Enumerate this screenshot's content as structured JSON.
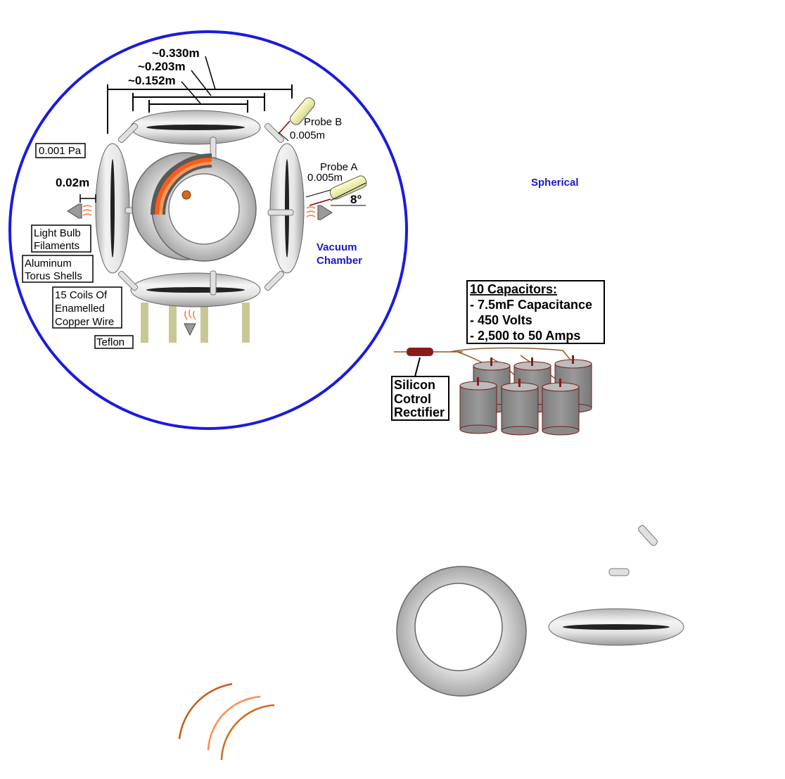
{
  "labels": {
    "dim_outer": "~0.330m",
    "dim_mid": "~0.203m",
    "dim_inner": "~0.152m",
    "probe_b": "Probe B",
    "probe_b_dist": "0.005m",
    "probe_a": "Probe A",
    "probe_a_dist": "0.005m",
    "probe_a_angle": "8°",
    "pressure": "0.001 Pa",
    "gap": "0.02m",
    "light_bulb_line1": "Light Bulb",
    "light_bulb_line2": "Filaments",
    "aluminum_line1": "Aluminum",
    "aluminum_line2": "Torus Shells",
    "coils_line1": "15 Coils Of",
    "coils_line2": "Enamelled",
    "coils_line3": "Copper Wire",
    "teflon": "Teflon",
    "vacuum_line1": "Vacuum",
    "vacuum_line2": "Chamber",
    "spherical": "Spherical",
    "capacitors_title": "10 Capacitors:",
    "capacitors_spec1": "- 7.5mF Capacitance",
    "capacitors_spec2": "- 450 Volts",
    "capacitors_spec3": "- 2,500 to 50 Amps",
    "scr_line1": "Silicon",
    "scr_line2": "Cotrol",
    "scr_line3": "Rectifier"
  },
  "colors": {
    "chamber": "#1a1ae0",
    "blue_text": "#1919c8",
    "torus_light": "#e8e8e8",
    "torus_dark": "#9a9a9a",
    "capacitor": "#8a8a8a",
    "capacitor_edge": "#7a1a1a",
    "copper": "#d2691e",
    "teflon": "#c8c896"
  }
}
